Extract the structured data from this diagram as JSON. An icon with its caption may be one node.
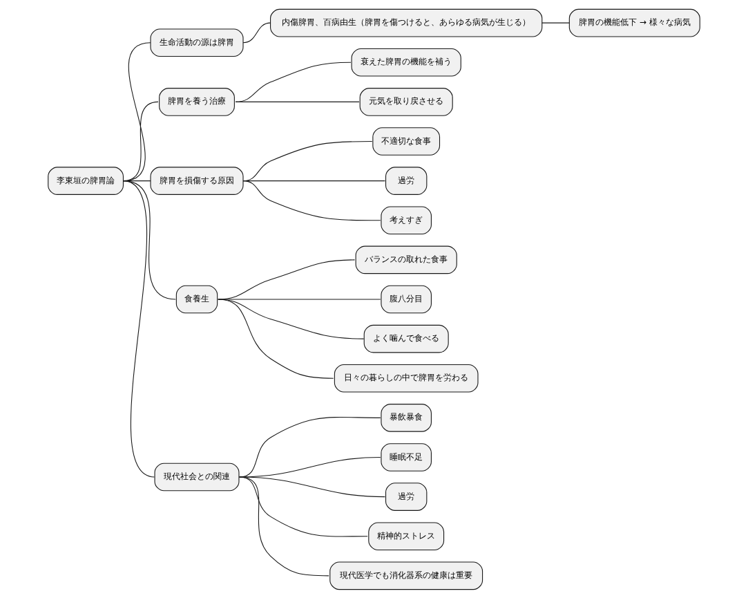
{
  "diagram": {
    "nodes": [
      {
        "text": [
          "李東垣の脾胃論"
        ]
      },
      {
        "text": [
          "生命活動の源は脾胃"
        ]
      },
      {
        "text": [
          "内傷脾胃、百病由生（脾胃を傷つけると、あらゆる病気が生じる）"
        ]
      },
      {
        "text": [
          "脾胃の機能低下 → 様々な病気"
        ]
      },
      {
        "text": [
          "脾胃を養う治療"
        ]
      },
      {
        "text": [
          "衰えた脾胃の機能を補う"
        ]
      },
      {
        "text": [
          "元気を取り戻させる"
        ]
      },
      {
        "text": [
          "脾胃を損傷する原因"
        ]
      },
      {
        "text": [
          "不適切な食事"
        ]
      },
      {
        "text": [
          "過労"
        ]
      },
      {
        "text": [
          "考えすぎ"
        ]
      },
      {
        "text": [
          "食養生"
        ]
      },
      {
        "text": [
          "バランスの取れた食事"
        ]
      },
      {
        "text": [
          "腹八分目"
        ]
      },
      {
        "text": [
          "よく噛んで食べる"
        ]
      },
      {
        "text": [
          "日々の暮らしの中で脾胃を労わる"
        ]
      },
      {
        "text": [
          "現代社会との関連"
        ]
      },
      {
        "text": [
          "暴飲暴食"
        ]
      },
      {
        "text": [
          "睡眠不足"
        ]
      },
      {
        "text": [
          "過労"
        ]
      },
      {
        "text": [
          "精神的ストレス"
        ]
      },
      {
        "text": [
          "現代医学でも消化器系の健康は重要"
        ]
      }
    ],
    "edges": [
      {
        "from": 0,
        "to": 1,
        "arrow": "none"
      },
      {
        "from": 1,
        "to": 2,
        "arrow": "none"
      },
      {
        "from": 2,
        "to": 3,
        "arrow": "none"
      },
      {
        "from": 0,
        "to": 4,
        "arrow": "none"
      },
      {
        "from": 4,
        "to": 5,
        "arrow": "none"
      },
      {
        "from": 4,
        "to": 6,
        "arrow": "none"
      },
      {
        "from": 0,
        "to": 7,
        "arrow": "none"
      },
      {
        "from": 7,
        "to": 8,
        "arrow": "none"
      },
      {
        "from": 7,
        "to": 9,
        "arrow": "none"
      },
      {
        "from": 7,
        "to": 10,
        "arrow": "none"
      },
      {
        "from": 0,
        "to": 11,
        "arrow": "none"
      },
      {
        "from": 11,
        "to": 12,
        "arrow": "none"
      },
      {
        "from": 11,
        "to": 13,
        "arrow": "none"
      },
      {
        "from": 11,
        "to": 14,
        "arrow": "none"
      },
      {
        "from": 11,
        "to": 15,
        "arrow": "none"
      },
      {
        "from": 0,
        "to": 16,
        "arrow": "none"
      },
      {
        "from": 16,
        "to": 17,
        "arrow": "none"
      },
      {
        "from": 16,
        "to": 18,
        "arrow": "none"
      },
      {
        "from": 16,
        "to": 19,
        "arrow": "none"
      },
      {
        "from": 16,
        "to": 20,
        "arrow": "none"
      },
      {
        "from": 16,
        "to": 21,
        "arrow": "none"
      }
    ]
  }
}
